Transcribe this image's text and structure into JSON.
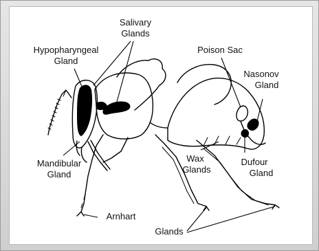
{
  "diagram": {
    "labels": {
      "salivary_1": "Salivary",
      "salivary_2": "Glands",
      "hypopharyngeal_1": "Hypopharyngeal",
      "hypopharyngeal_2": "Gland",
      "poison_sac": "Poison Sac",
      "nasonov_1": "Nasonov",
      "nasonov_2": "Gland",
      "mandibular_1": "Mandibular",
      "mandibular_2": "Gland",
      "wax_1": "Wax",
      "wax_2": "Glands",
      "dufour_1": "Dufour",
      "dufour_2": "Gland",
      "arnhart": "Arnhart",
      "glands": "Glands"
    }
  }
}
